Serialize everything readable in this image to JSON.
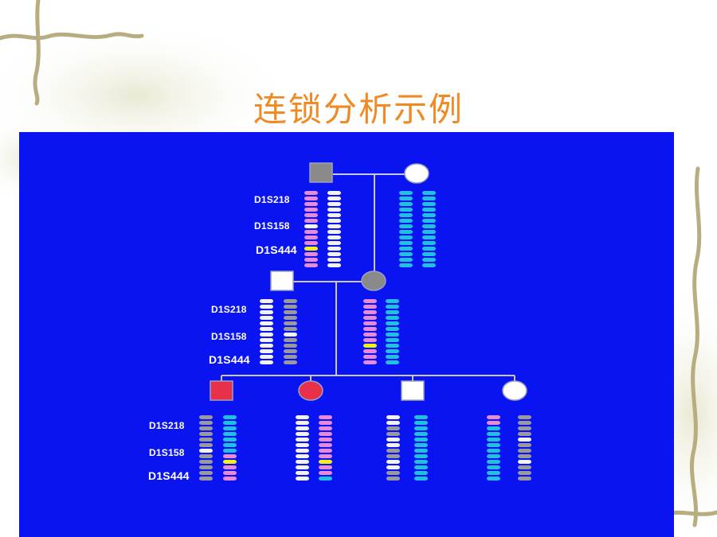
{
  "slide": {
    "title": "连锁分析示例"
  },
  "pedigree": {
    "marker_labels": {
      "m1": "D1S218",
      "m2": "D1S158",
      "m3": "D1S444"
    },
    "colors": {
      "panel": "#0a14f0",
      "affected": "#e8304a",
      "carrier": "#8a8a8a",
      "unaffected": "#ffffff",
      "pink": "#e88ad8",
      "white_band": "#f2f2f2",
      "gray_band": "#9a9a9a",
      "cyan_band": "#22c0e0",
      "yellow_band": "#f4f010"
    },
    "generations": [
      {
        "id": "I",
        "members": [
          "grandfather (carrier, square)",
          "grandmother (unaffected, circle)"
        ]
      },
      {
        "id": "II",
        "members": [
          "father (unaffected, square)",
          "mother (carrier, circle)"
        ]
      },
      {
        "id": "III",
        "members": [
          "son (affected, square)",
          "daughter (affected, circle)",
          "son (unaffected, square)",
          "daughter (unaffected, circle)"
        ]
      }
    ]
  }
}
